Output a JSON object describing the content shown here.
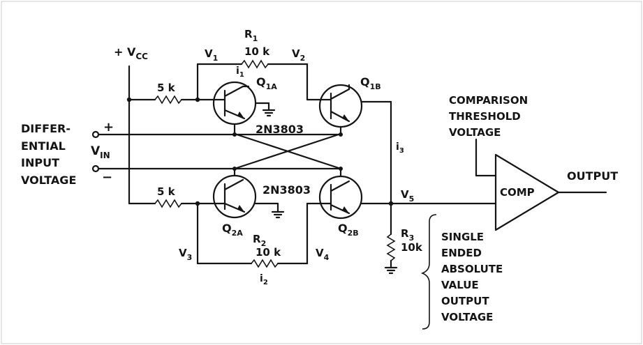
{
  "labels": {
    "vcc": "+ V",
    "vcc_sub": "CC",
    "diff1": "DIFFER-",
    "diff2": "ENTIAL",
    "diff3": "INPUT",
    "diff4": "VOLTAGE",
    "vin": "V",
    "vin_sub": "IN",
    "plus": "+",
    "minus": "−",
    "r_5k_top": "5 k",
    "r_5k_bot": "5 k",
    "r1_name": "R",
    "r1_sub": "1",
    "r1_val": "10 k",
    "r2_name": "R",
    "r2_sub": "2",
    "r2_val": "10 k",
    "r3_name": "R",
    "r3_sub": "3",
    "r3_val": "10k",
    "v1": "V",
    "v1_sub": "1",
    "v2": "V",
    "v2_sub": "2",
    "v3": "V",
    "v3_sub": "3",
    "v4": "V",
    "v4_sub": "4",
    "v5": "V",
    "v5_sub": "5",
    "i1": "i",
    "i1_sub": "1",
    "i2": "i",
    "i2_sub": "2",
    "i3": "i",
    "i3_sub": "3",
    "q1a": "Q",
    "q1a_sub": "1A",
    "q1b": "Q",
    "q1b_sub": "1B",
    "q2a": "Q",
    "q2a_sub": "2A",
    "q2b": "Q",
    "q2b_sub": "2B",
    "part_top": "2N3803",
    "part_bot": "2N3803",
    "comp_thr1": "COMPARISON",
    "comp_thr2": "THRESHOLD",
    "comp_thr3": "VOLTAGE",
    "comp": "COMP",
    "output": "OUTPUT",
    "se1": "SINGLE",
    "se2": "ENDED",
    "se3": "ABSOLUTE",
    "se4": "VALUE",
    "se5": "OUTPUT",
    "se6": "VOLTAGE"
  }
}
